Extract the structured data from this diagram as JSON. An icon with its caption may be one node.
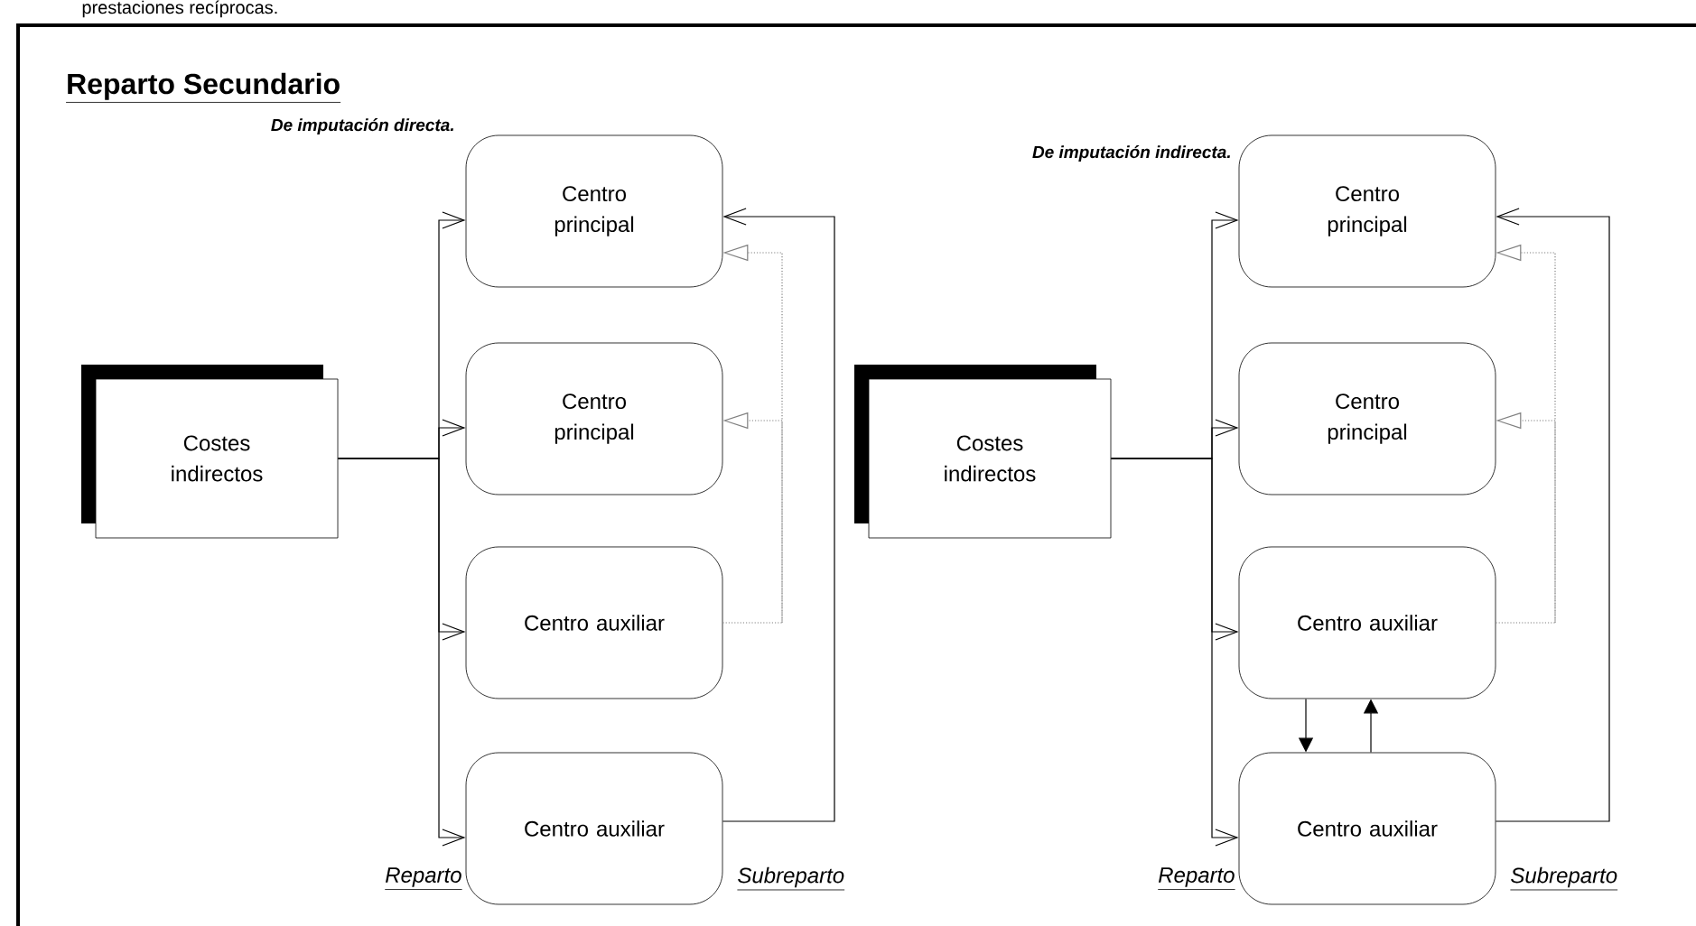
{
  "diagram": {
    "title": "Reparto Secundario",
    "nodes": [
      {
        "text": [
          "Costes indirectos"
        ]
      },
      {
        "text": [
          "Centro principal"
        ]
      },
      {
        "text": [
          "Centro principal"
        ]
      },
      {
        "text": [
          "Centro auxiliar"
        ]
      },
      {
        "text": [
          "Centro auxiliar"
        ]
      },
      {
        "text": [
          "Costes indirectos"
        ]
      },
      {
        "text": [
          "Centro principal"
        ]
      },
      {
        "text": [
          "Centro principal"
        ]
      },
      {
        "text": [
          "Centro auxiliar"
        ]
      },
      {
        "text": [
          "Centro auxiliar"
        ]
      }
    ],
    "edges": [
      {
        "from": 0,
        "to": 1,
        "arrow": "to"
      },
      {
        "from": 0,
        "to": 2,
        "arrow": "to"
      },
      {
        "from": 0,
        "to": 3,
        "arrow": "to"
      },
      {
        "from": 0,
        "to": 4,
        "arrow": "to"
      },
      {
        "from": 4,
        "to": 1,
        "arrow": "to"
      },
      {
        "from": 3,
        "to": 1,
        "arrow": "to",
        "style": "dashed",
        "color": "#808080"
      },
      {
        "from": 3,
        "to": 2,
        "arrow": "to",
        "style": "dashed",
        "color": "#808080"
      },
      {
        "from": 5,
        "to": 6,
        "arrow": "to"
      },
      {
        "from": 5,
        "to": 7,
        "arrow": "to"
      },
      {
        "from": 5,
        "to": 8,
        "arrow": "to"
      },
      {
        "from": 5,
        "to": 9,
        "arrow": "to"
      },
      {
        "from": 9,
        "to": 6,
        "arrow": "to"
      },
      {
        "from": 8,
        "to": 6,
        "arrow": "to",
        "style": "dashed",
        "color": "#808080"
      },
      {
        "from": 8,
        "to": 7,
        "arrow": "to",
        "style": "dashed",
        "color": "#808080"
      },
      {
        "from": 8,
        "to": 9,
        "arrow": "to"
      },
      {
        "from": 9,
        "to": 8,
        "arrow": "to"
      }
    ],
    "labels": [
      "prestaciones recíprocas.",
      "De imputación directa.",
      "De imputación indirecta.",
      "Reparto",
      "Subreparto",
      "Reparto",
      "Subreparto"
    ]
  }
}
